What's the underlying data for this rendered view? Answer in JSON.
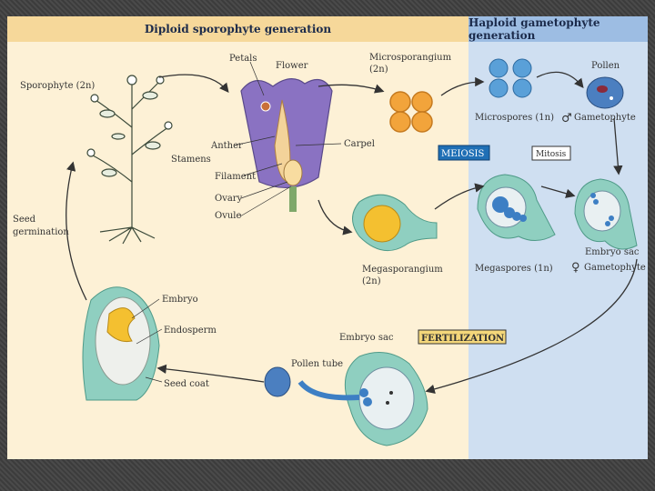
{
  "headers": {
    "left": "Diploid sporophyte generation",
    "right": "Haploid gametophyte generation"
  },
  "labels": {
    "sporophyte": "Sporophyte (2n)",
    "petals": "Petals",
    "flower": "Flower",
    "microsporangium": "Microsporangium",
    "microsporangium_ploidy": "(2n)",
    "pollen": "Pollen",
    "microspores": "Microspores (1n)",
    "male_gametophyte": "Gametophyte",
    "carpel": "Carpel",
    "anther": "Anther",
    "stamens": "Stamens",
    "filament": "Filament",
    "ovary": "Ovary",
    "ovule": "Ovule",
    "meiosis": "MEIOSIS",
    "mitosis": "Mitosis",
    "seed_germination_1": "Seed",
    "seed_germination_2": "germination",
    "megasporangium": "Megasporangium",
    "megasporangium_ploidy": "(2n)",
    "megaspores": "Megaspores (1n)",
    "embryo_sac_1": "Embryo sac",
    "female_gametophyte": "Gametophyte",
    "embryo": "Embryo",
    "endosperm": "Endosperm",
    "seed_coat": "Seed coat",
    "embryo_sac_2": "Embryo sac",
    "pollen_tube": "Pollen tube",
    "fertilization": "FERTILIZATION",
    "male_symbol": "♂",
    "female_symbol": "♀"
  },
  "colors": {
    "meiosis_bg": "#1f6fb5",
    "fertilization_bg": "#f4d77a",
    "arrow": "#333333",
    "orange": "#f2a43b",
    "purple": "#8a72c2",
    "teal": "#8fcfc0",
    "blue": "#3d7fc4"
  }
}
